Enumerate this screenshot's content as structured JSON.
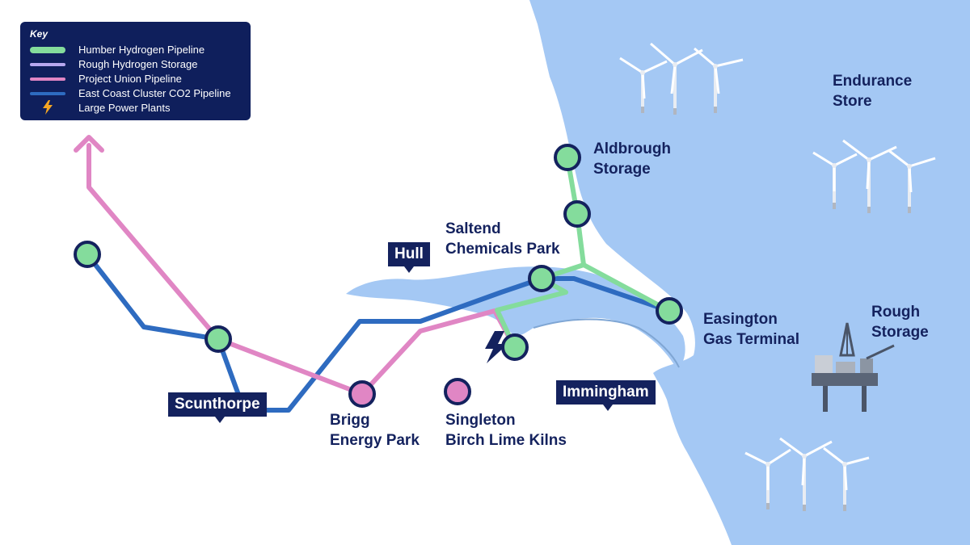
{
  "key": {
    "title": "Key",
    "items": [
      {
        "label": "Humber Hydrogen Pipeline",
        "color": "#84dc9c"
      },
      {
        "label": "Rough Hydrogen Storage",
        "color": "#b8a8f0"
      },
      {
        "label": "Project Union Pipeline",
        "color": "#e086c4"
      },
      {
        "label": "East Coast Cluster CO2 Pipeline",
        "color": "#2e6bc0"
      },
      {
        "label": "Large Power Plants",
        "color": "#f5a623"
      }
    ]
  },
  "places": {
    "aldbrough": [
      "Aldbrough",
      "Storage"
    ],
    "endurance": [
      "Endurance",
      "Store"
    ],
    "saltend": [
      "Saltend",
      "Chemicals Park"
    ],
    "easington": [
      "Easington",
      "Gas Terminal"
    ],
    "rough": [
      "Rough",
      "Storage"
    ],
    "brigg": [
      "Brigg",
      "Energy Park"
    ],
    "singleton": [
      "Singleton",
      "Birch Lime Kilns"
    ],
    "hull": "Hull",
    "immingham": "Immingham",
    "scunthorpe": "Scunthorpe"
  },
  "colors": {
    "sea": "#a4c8f4",
    "navy": "#14225e",
    "hydrogen": "#84dc9c",
    "union": "#e086c4",
    "co2": "#2e6bc0",
    "bolt": "#f5a623"
  }
}
